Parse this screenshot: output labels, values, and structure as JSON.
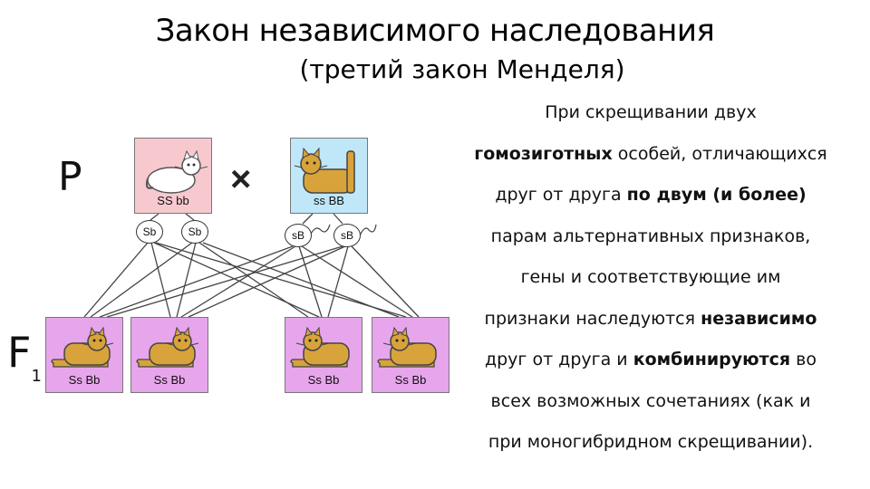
{
  "title": {
    "line1": "Закон независимого наследования",
    "line2": "(третий закон Менделя)"
  },
  "generations": {
    "p_label": "P",
    "f_label": "F",
    "f_sub": "1"
  },
  "cross_symbol": "×",
  "parents": [
    {
      "genotype": "SS bb",
      "cat": "white-cat-icon",
      "color": "#f7c9cf"
    },
    {
      "genotype": "ss BB",
      "cat": "orange-cat-icon",
      "color": "#bfe7f7"
    }
  ],
  "gametes": [
    "Sb",
    "Sb",
    "sB",
    "sB"
  ],
  "offspring": [
    {
      "genotype": "Ss Bb"
    },
    {
      "genotype": "Ss Bb"
    },
    {
      "genotype": "Ss Bb"
    },
    {
      "genotype": "Ss Bb"
    }
  ],
  "offspring_color": "#e7a5ec",
  "cat_color": "#d9a33b",
  "description_lines": [
    [
      {
        "t": "При скрещивании двух",
        "b": false
      }
    ],
    [
      {
        "t": "гомозиготных",
        "b": true
      },
      {
        "t": " особей, отличающихся",
        "b": false
      }
    ],
    [
      {
        "t": "друг от друга ",
        "b": false
      },
      {
        "t": "по двум (и более)",
        "b": true
      }
    ],
    [
      {
        "t": "парам альтернативных признаков,",
        "b": false
      }
    ],
    [
      {
        "t": "гены и соответствующие им",
        "b": false
      }
    ],
    [
      {
        "t": "признаки наследуются ",
        "b": false
      },
      {
        "t": "независимо",
        "b": true
      }
    ],
    [
      {
        "t": "друг от друга и ",
        "b": false
      },
      {
        "t": "комбинируются",
        "b": true
      },
      {
        "t": " во",
        "b": false
      }
    ],
    [
      {
        "t": "всех возможных сочетаниях (как и",
        "b": false
      }
    ],
    [
      {
        "t": "при моногибридном скрещивании).",
        "b": false
      }
    ]
  ]
}
